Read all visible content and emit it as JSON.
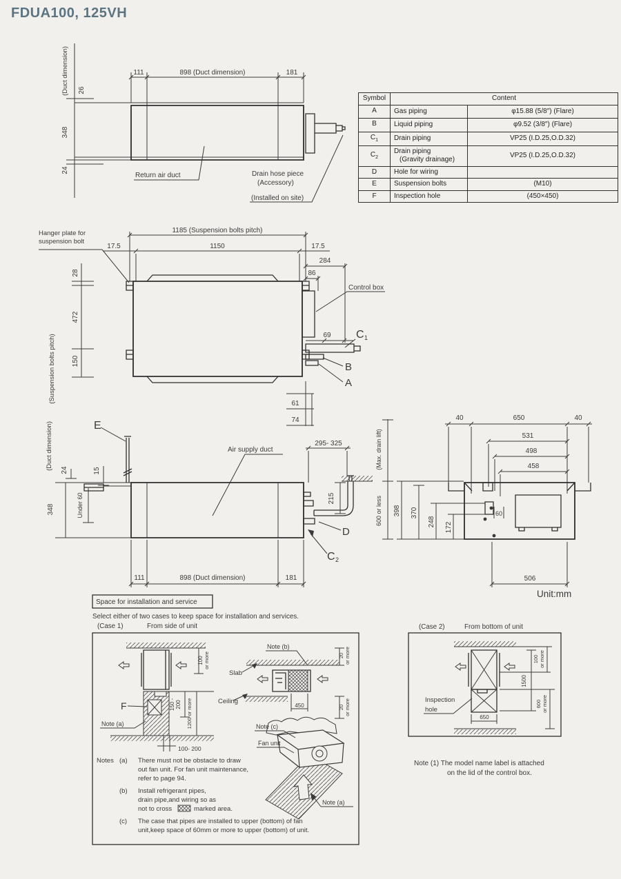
{
  "colors": {
    "page_bg": "#f2f0ed",
    "line": "#3a3a3a",
    "title_text": "#5b7482"
  },
  "title": "FDUA100, 125VH",
  "unit_label": "Unit:mm",
  "spec_table": {
    "col_symbol": "Symbol",
    "col_content": "Content",
    "rows": [
      {
        "sym": "A",
        "sub": "",
        "item": "Gas piping",
        "item2": "",
        "spec": "φ15.88 (5/8″)   (Flare)"
      },
      {
        "sym": "B",
        "sub": "",
        "item": "Liquid piping",
        "item2": "",
        "spec": "φ9.52 (3/8″)   (Flare)"
      },
      {
        "sym": "C",
        "sub": "1",
        "item": "Drain piping",
        "item2": "",
        "spec": "VP25 (I.D.25,O.D.32)"
      },
      {
        "sym": "C",
        "sub": "2",
        "item": "Drain piping",
        "item2": "(Gravity drainage)",
        "spec": "VP25 (I.D.25,O.D.32)"
      },
      {
        "sym": "D",
        "sub": "",
        "item": "Hole for wiring",
        "item2": "",
        "spec": ""
      },
      {
        "sym": "E",
        "sub": "",
        "item": "Suspension bolts",
        "item2": "",
        "spec": "(M10)"
      },
      {
        "sym": "F",
        "sub": "",
        "item": "Inspection hole",
        "item2": "",
        "spec": "(450×450)"
      }
    ]
  },
  "view_top": {
    "duct_dim_v": "(Duct dimension)",
    "d26": "26",
    "d348": "348",
    "d24": "24",
    "d111": "111",
    "d898": "898  (Duct dimension)",
    "d181": "181",
    "return_air_duct": "Return air duct",
    "drain_hose_line1": "Drain hose piece",
    "drain_hose_line2": "(Accessory)",
    "drain_hose_line3": "(Installed on site)"
  },
  "view_plan": {
    "d1185": "1185  (Suspension bolts pitch)",
    "d1150": "1150",
    "d17_5_left": "17.5",
    "d17_5_right": "17.5",
    "d284": "284",
    "d86": "86",
    "d69": "69",
    "d61": "61",
    "d74": "74",
    "d28": "28",
    "d472": "472",
    "d150": "150",
    "susp_pitch_v": "(Suspension bolts pitch)",
    "hanger_line1": "Hanger plate for",
    "hanger_line2": "suspension bolt",
    "control_box": "Control box",
    "sym_c": "C",
    "sym_c1_sub": "1",
    "sym_b": "B",
    "sym_a": "A"
  },
  "view_side": {
    "sym_e": "E",
    "duct_dim_v": "(Duct dimension)",
    "d24": "24",
    "d15": "15",
    "d348": "348",
    "under_60": "Under 60",
    "air_supply_duct": "Air supply duct",
    "d295_325": "295- 325",
    "d215": "215",
    "sym_d": "D",
    "sym_c": "C",
    "sym_c2_sub": "2",
    "max_drain_v": "(Max. drain lift)",
    "d600_or_less": "600 or less",
    "d111": "111",
    "d898": "898  (Duct dimension)",
    "d181": "181"
  },
  "view_end": {
    "d40_left": "40",
    "d650": "650",
    "d40_right": "40",
    "d531": "531",
    "d498": "498",
    "d458": "458",
    "d398": "398",
    "d370": "370",
    "d248": "248",
    "d172": "172",
    "d60": "60",
    "d506": "506"
  },
  "install": {
    "box_title": "Space for installation and service",
    "intro": "Select either of two cases to keep space for installation and services.",
    "case1_tag": "(Case 1)",
    "case1_title": "From side of unit",
    "case2_tag": "(Case 2)",
    "case2_title": "From bottom of unit",
    "sym_f": "F",
    "note_a": "Note (a)",
    "note_b": "Note (b)",
    "note_c": "Note (c)",
    "slab": "Slab",
    "ceiling": "Ceiling",
    "fan_unit": "Fan unit",
    "d100": "100",
    "or_more": "or more",
    "d150_a": "150 -",
    "d150_b": "200",
    "d1200": "1200 or more",
    "d100_200": "100- 200",
    "d20": "20",
    "d450": "450",
    "insp_line1": "Inspection",
    "insp_line2": "hole",
    "d1500": "1500",
    "d600": "600",
    "d650": "650",
    "notes_lead": "Notes",
    "tag_a": "(a)",
    "a1": "There must not be obstacle to draw",
    "a2": "out fan unit. For fan unit maintenance,",
    "a3": "refer to page 94.",
    "tag_b": "(b)",
    "b1": "Install refrigerant pipes,",
    "b2": "drain pipe,and wiring so as",
    "b3_pre": "not to cross",
    "b3_post": "marked area.",
    "tag_c": "(c)",
    "c1": "The case that pipes are installed to upper  (bottom)  of fan",
    "c2": "unit,keep space of 60mm or more to upper  (bottom)  of unit.",
    "note1_line1": "Note (1) The model name label is attached",
    "note1_line2": "on the lid of the control box."
  }
}
